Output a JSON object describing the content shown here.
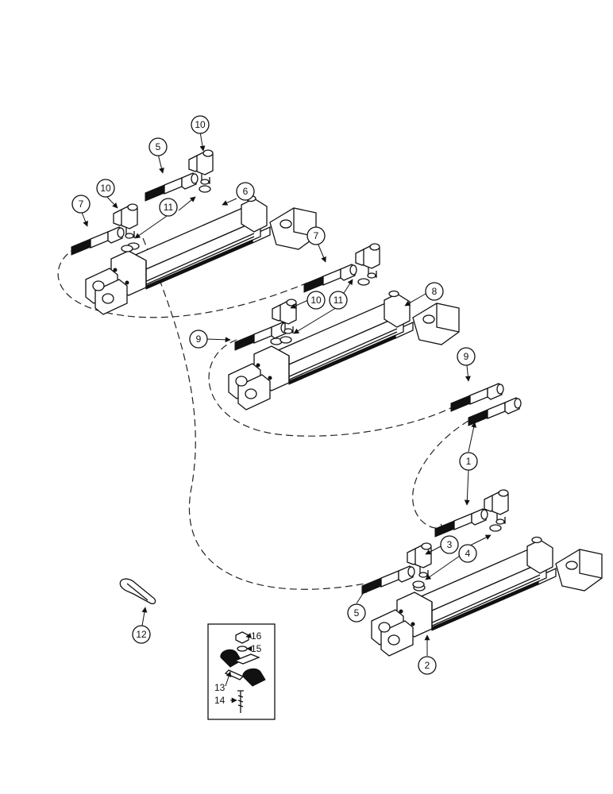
{
  "callouts": {
    "c1": "1",
    "c2": "2",
    "c3": "3",
    "c4": "4",
    "c5a": "5",
    "c5b": "5",
    "c6": "6",
    "c7a": "7",
    "c7b": "7",
    "c8": "8",
    "c9a": "9",
    "c9b": "9",
    "c10a": "10",
    "c10b": "10",
    "c10c": "10",
    "c11a": "11",
    "c11b": "11",
    "c12": "12"
  },
  "inset": {
    "l13": "13",
    "l14": "14",
    "l15": "15",
    "l16": "16"
  }
}
